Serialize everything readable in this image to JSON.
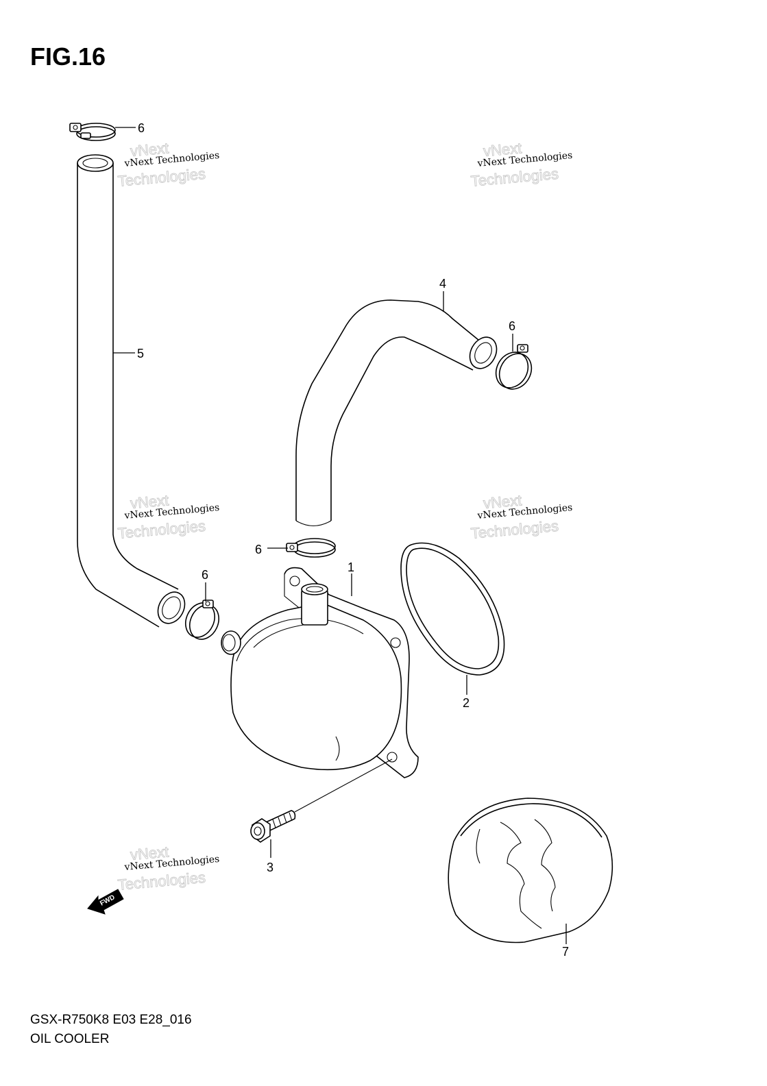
{
  "figure": {
    "title": "FIG.16"
  },
  "footer": {
    "code": "GSX-R750K8 E03 E28_016",
    "name": "OIL COOLER"
  },
  "watermark": {
    "line1": "vNext Technologies",
    "line2": "vNext",
    "line3": "Technologies"
  },
  "callouts": {
    "c1": "1",
    "c2": "2",
    "c3": "3",
    "c4": "4",
    "c5": "5",
    "c6a": "6",
    "c6b": "6",
    "c6c": "6",
    "c6d": "6",
    "c7": "7"
  },
  "direction_arrow": {
    "label": "FWD"
  },
  "parts": [
    {
      "ref": "1",
      "name": "oil-cooler"
    },
    {
      "ref": "2",
      "name": "o-ring"
    },
    {
      "ref": "3",
      "name": "bolt"
    },
    {
      "ref": "4",
      "name": "hose"
    },
    {
      "ref": "5",
      "name": "hose"
    },
    {
      "ref": "6",
      "name": "clamp"
    },
    {
      "ref": "7",
      "name": "oil-filter"
    }
  ]
}
